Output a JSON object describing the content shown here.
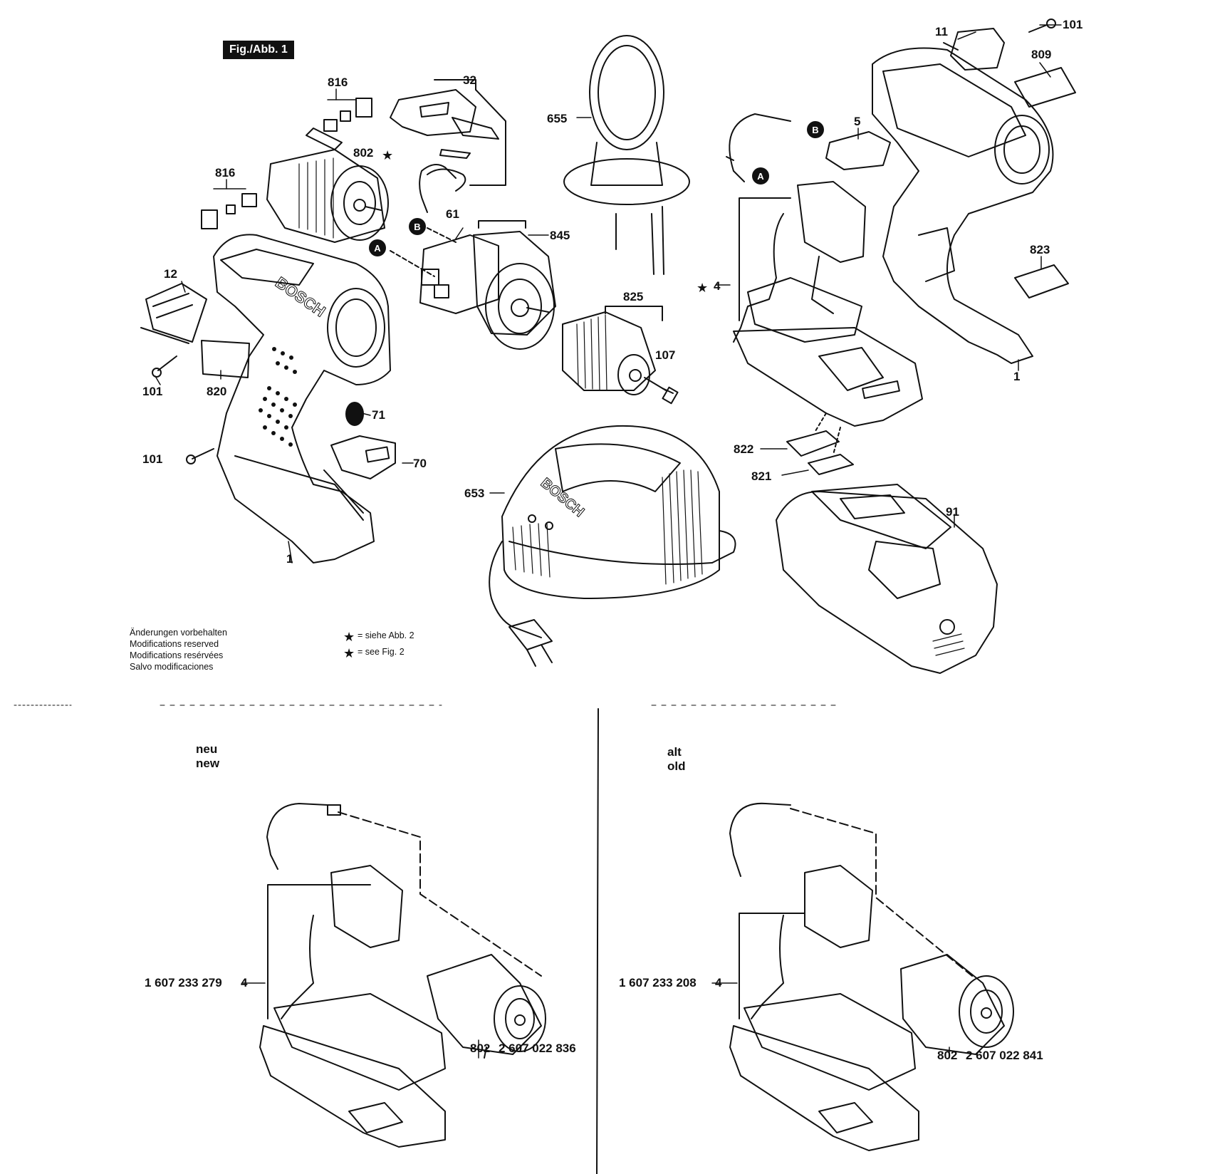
{
  "figure": {
    "tag": "Fig./Abb. 1"
  },
  "callouts": {
    "c816a": "816",
    "c32": "32",
    "c802": "802",
    "c816b": "816",
    "c655": "655",
    "c11": "11",
    "c101_top": "101",
    "c809": "809",
    "c5": "5",
    "c61": "61",
    "c845": "845",
    "c12": "12",
    "c823": "823",
    "c825": "825",
    "c4": "4",
    "c107": "107",
    "c101_left": "101",
    "c820": "820",
    "c1_right": "1",
    "c71": "71",
    "c101_mid": "101",
    "c70": "70",
    "c822": "822",
    "c653": "653",
    "c821": "821",
    "c91": "91",
    "c1_left": "1"
  },
  "markers": {
    "A": "A",
    "B": "B"
  },
  "notes": {
    "modifications": [
      "Änderungen vorbehalten",
      "Modifications reserved",
      "Modifications resérvées",
      "Salvo modificaciones"
    ],
    "star_de": "= siehe Abb. 2",
    "star_en": "= see Fig. 2"
  },
  "variants": {
    "new": {
      "header_de": "neu",
      "header_en": "new",
      "board_partno": "1 607 233 279",
      "board_pos": "4",
      "motor_pos": "802",
      "motor_partno": "2 607 022 836"
    },
    "old": {
      "header_de": "alt",
      "header_en": "old",
      "board_partno": "1 607 233 208",
      "board_pos": "4",
      "motor_pos": "802",
      "motor_partno": "2 607 022 841"
    }
  }
}
